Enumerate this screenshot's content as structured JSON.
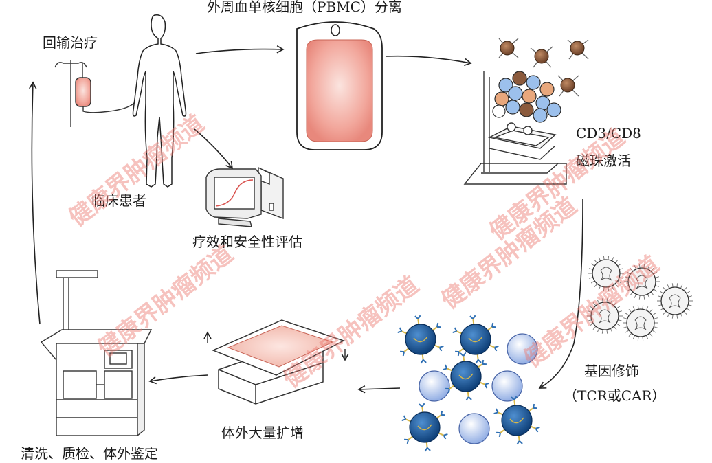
{
  "labels": {
    "pbmc": "外周血单核细胞（PBMC）分离",
    "infusion": "回输治疗",
    "patient": "临床患者",
    "evaluation": "疗效和安全性评估",
    "cd3cd8": "CD3/CD8",
    "beads": "磁珠激活",
    "gene_mod": "基因修饰",
    "tcr_car": "（TCR或CAR）",
    "expansion": "体外大量扩增",
    "qc": "清洗、质检、体外鉴定"
  },
  "watermark": "健康界肿瘤频道",
  "colors": {
    "blood": "#e8887c",
    "watermark": "rgba(235,120,110,0.45)",
    "cell_dark": "#1b5c9e",
    "cell_light": "#9bb8ea",
    "bead_brown": "#8b5a3c",
    "bead_orange": "#e8a77c",
    "bead_blue": "#9cc0ec"
  },
  "icons": [
    "human-figure-icon",
    "iv-bag-icon",
    "blood-bag-icon",
    "magnetic-bead-icon",
    "incubator-icon",
    "computer-icon",
    "virus-vector-icon",
    "t-cell-icon",
    "culture-bag-icon",
    "biosafety-cabinet-icon"
  ]
}
